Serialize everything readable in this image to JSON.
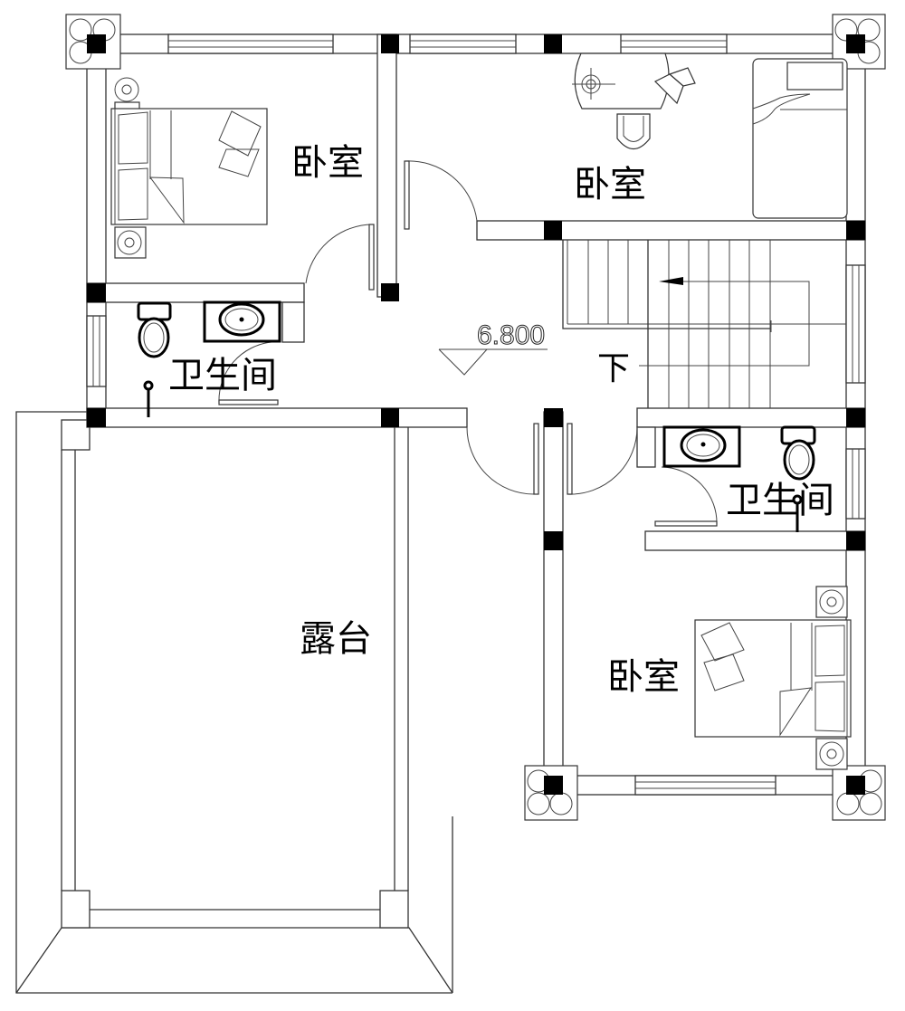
{
  "drawing": {
    "type": "architectural floor plan",
    "background": "#ffffff",
    "line_color": "#333333",
    "column_color": "#000000"
  },
  "rooms": [
    {
      "id": "bedroom-nw",
      "label": "卧室"
    },
    {
      "id": "bedroom-n",
      "label": "卧室"
    },
    {
      "id": "bathroom-w",
      "label": "卫生间"
    },
    {
      "id": "bathroom-e",
      "label": "卫生间"
    },
    {
      "id": "terrace",
      "label": "露台"
    },
    {
      "id": "bedroom-se",
      "label": "卧室"
    }
  ],
  "stair": {
    "direction_label": "下"
  },
  "elevation": {
    "value": "6.800"
  }
}
